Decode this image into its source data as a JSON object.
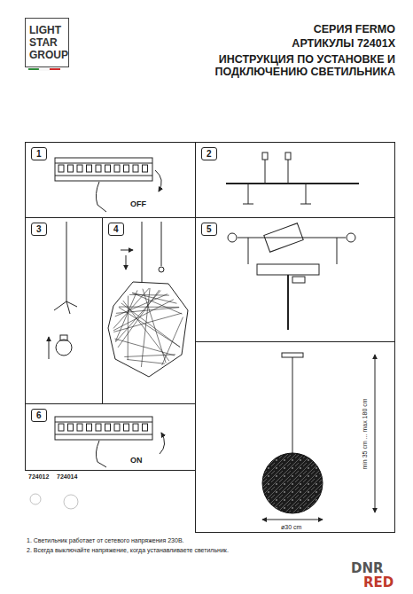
{
  "diagram": {
    "title": "ИНСТРУКЦИЯ ПО УСТАНОВКЕ И ПОДКЛЮЧЕНИЮ СВЕТИЛЬНИКА",
    "nodes": [
      {
        "text": [
          "LIGHT STAR GROUP"
        ]
      },
      {
        "text": [
          "1",
          "OFF"
        ]
      },
      {
        "text": [
          "2"
        ]
      },
      {
        "text": [
          "3"
        ]
      },
      {
        "text": [
          "4"
        ]
      },
      {
        "text": [
          "5"
        ]
      },
      {
        "text": [
          "min 35 cm ... max 180 cm",
          "ø30 cm"
        ]
      },
      {
        "text": [
          "6",
          "ON"
        ]
      }
    ],
    "labels": [
      "СЕРИЯ FERMO",
      "АРТИКУЛЫ 72401X",
      "724012",
      "724014",
      "1. Светильник работает от сетевого напряжения 230В.",
      "2. Всегда выключайте напряжение, когда устанавливаете светильник.",
      "DNR",
      "RED"
    ]
  }
}
